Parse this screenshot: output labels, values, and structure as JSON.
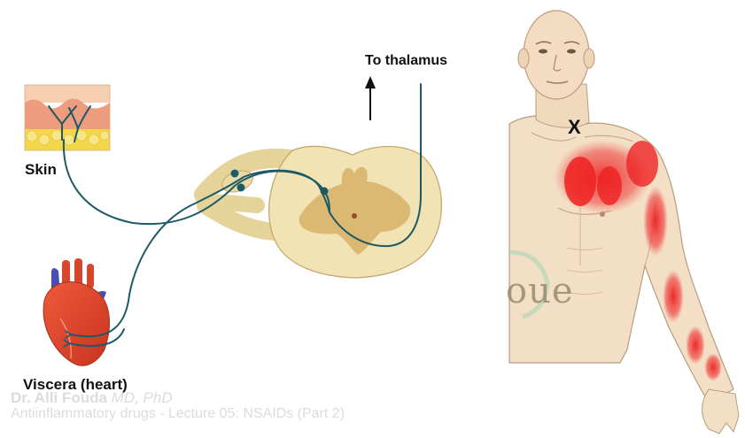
{
  "labels": {
    "skin": "Skin",
    "viscera": "Viscera (heart)",
    "to_thalamus": "To thalamus",
    "pain_marker": "X"
  },
  "watermark": {
    "author": "Dr. Alli Fouda",
    "author_credentials": "MD, PhD",
    "lecture": "Antiinflammatory drugs - Lecture 05: NSAIDs (Part 2)",
    "logo_text": "oue"
  },
  "colors": {
    "nerve": "#1d5a66",
    "referred_pain": "#ee2b2b",
    "spinal_cord": "#f1e3b4",
    "gray_matter": "#d9b46c",
    "skin_top": "#f2b99e",
    "fat": "#f4d64a",
    "body_skin": "#f3dfc5"
  }
}
